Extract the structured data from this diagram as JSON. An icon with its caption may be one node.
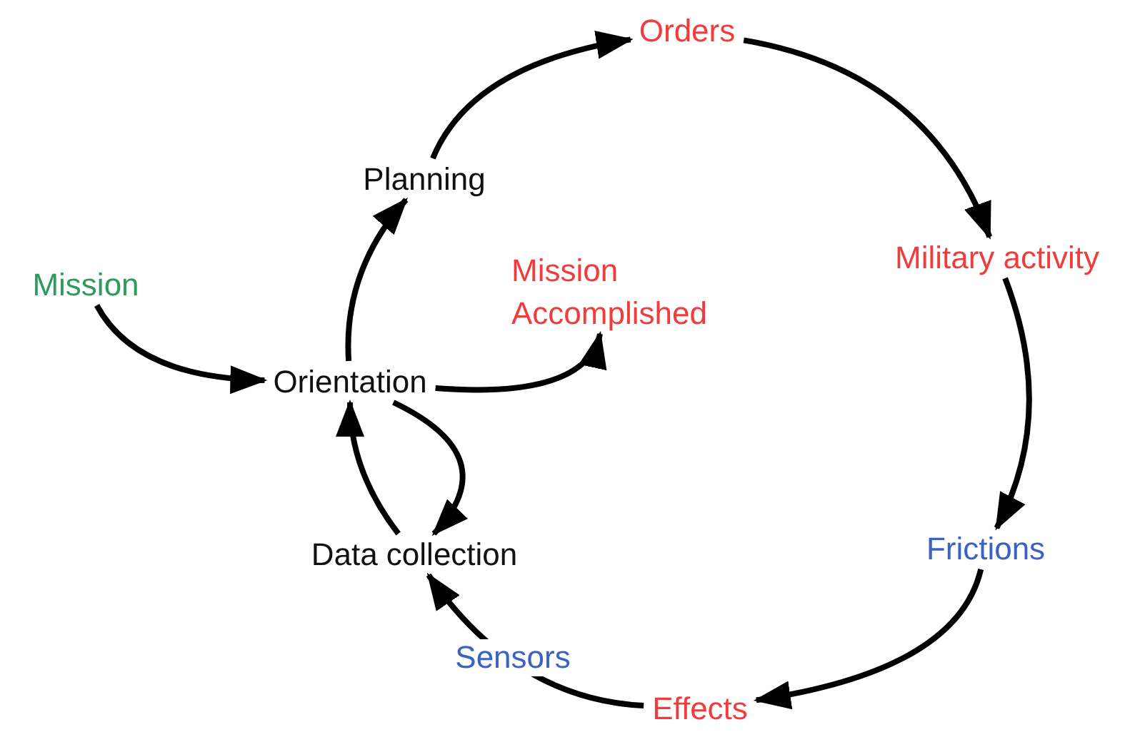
{
  "diagram": {
    "nodes": [
      {
        "text": [
          "Mission"
        ]
      },
      {
        "text": [
          "Orientation"
        ]
      },
      {
        "text": [
          "Planning"
        ]
      },
      {
        "text": [
          "Orders"
        ]
      },
      {
        "text": [
          "Military activity"
        ]
      },
      {
        "text": [
          "Mission Accomplished"
        ]
      },
      {
        "text": [
          "Frictions"
        ]
      },
      {
        "text": [
          "Effects"
        ]
      },
      {
        "text": [
          "Data collection"
        ]
      }
    ],
    "edges": [
      {
        "from": 0,
        "to": 1,
        "arrow": "to"
      },
      {
        "from": 1,
        "to": 2,
        "arrow": "to"
      },
      {
        "from": 2,
        "to": 3,
        "arrow": "to"
      },
      {
        "from": 3,
        "to": 4,
        "arrow": "to"
      },
      {
        "from": 4,
        "to": 6,
        "arrow": "to"
      },
      {
        "from": 6,
        "to": 7,
        "arrow": "to"
      },
      {
        "from": 7,
        "to": 8,
        "arrow": "to",
        "label": "Sensors"
      },
      {
        "from": 8,
        "to": 1,
        "arrow": "to"
      },
      {
        "from": 1,
        "to": 8,
        "arrow": "to"
      },
      {
        "from": 1,
        "to": 5,
        "arrow": "to"
      }
    ]
  }
}
